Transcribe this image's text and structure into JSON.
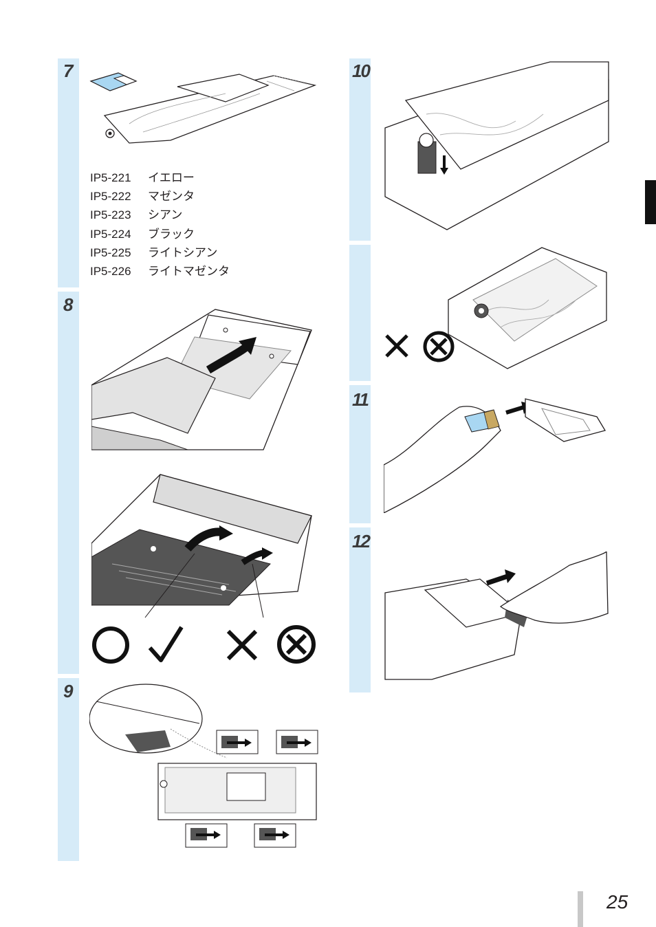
{
  "page_number": "25",
  "steps": {
    "s7": "7",
    "s8": "8",
    "s9": "9",
    "s10": "10",
    "s11": "11",
    "s12": "12"
  },
  "models": [
    {
      "code": "IP5-221",
      "color": "イエロー"
    },
    {
      "code": "IP5-222",
      "color": "マゼンタ"
    },
    {
      "code": "IP5-223",
      "color": "シアン"
    },
    {
      "code": "IP5-224",
      "color": "ブラック"
    },
    {
      "code": "IP5-225",
      "color": "ライトシアン"
    },
    {
      "code": "IP5-226",
      "color": "ライトマゼンタ"
    }
  ],
  "colors": {
    "strip": "#d6ebf8",
    "chip": "#a9d7f2",
    "gray": "#cfcfcf",
    "dark": "#555555",
    "ink": "#231f20"
  },
  "icons": {
    "correct": [
      "circle-ok-icon",
      "check-icon"
    ],
    "incorrect": [
      "cross-icon",
      "circle-cross-icon"
    ]
  }
}
